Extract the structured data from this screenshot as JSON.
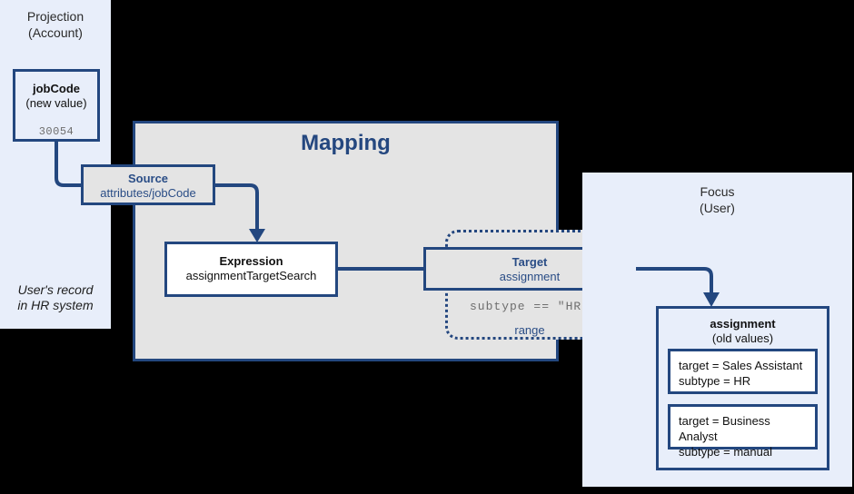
{
  "diagram": {
    "accent_color": "#23477f",
    "panel_bg": "#e8eefa",
    "mapping_bg": "#e4e4e4"
  },
  "projection_panel": {
    "title_line1": "Projection",
    "title_line2": "(Account)",
    "note_line1": "User's record",
    "note_line2": "in HR system",
    "job_code_box": {
      "title": "jobCode",
      "subtitle": "(new value)",
      "value": "30054"
    }
  },
  "mapping_panel": {
    "title": "Mapping",
    "source_box": {
      "title": "Source",
      "subtitle": "attributes/jobCode"
    },
    "expression_box": {
      "title": "Expression",
      "subtitle": "assignmentTargetSearch"
    },
    "target_box": {
      "title": "Target",
      "subtitle": "assignment"
    },
    "target_filter": {
      "condition": "subtype == \"HR\"",
      "label": "range"
    }
  },
  "focus_panel": {
    "title_line1": "Focus",
    "title_line2": "(User)",
    "assignment_box": {
      "title": "assignment",
      "subtitle": "(old values)",
      "values": [
        {
          "line1": "target = Sales Assistant",
          "line2": "subtype = HR"
        },
        {
          "line1": "target = Business Analyst",
          "line2": "subtype = manual"
        }
      ]
    }
  }
}
